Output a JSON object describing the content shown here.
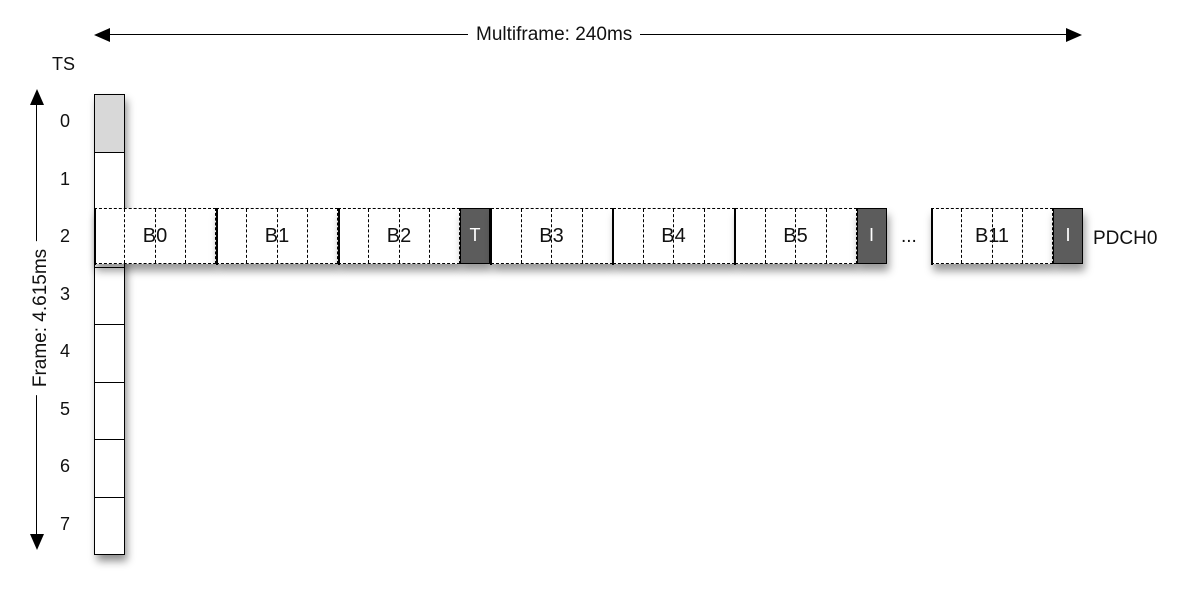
{
  "multiframe_label": "Multiframe: 240ms",
  "frame_label": "Frame: 4.615ms",
  "ts_header": "TS",
  "timeslots": [
    "0",
    "1",
    "2",
    "3",
    "4",
    "5",
    "6",
    "7"
  ],
  "shaded_timeslot": "0",
  "channel_label": "PDCH0",
  "ellipsis": "...",
  "sequence": [
    {
      "kind": "block",
      "label": "B0"
    },
    {
      "kind": "block",
      "label": "B1"
    },
    {
      "kind": "block",
      "label": "B2"
    },
    {
      "kind": "control",
      "label": "T"
    },
    {
      "kind": "block",
      "label": "B3"
    },
    {
      "kind": "block",
      "label": "B4"
    },
    {
      "kind": "block",
      "label": "B5"
    },
    {
      "kind": "control",
      "label": "I"
    },
    {
      "kind": "gap",
      "label": "..."
    },
    {
      "kind": "block",
      "label": "B11"
    },
    {
      "kind": "control",
      "label": "I"
    }
  ],
  "colors": {
    "control_fill": "#5c5c5c",
    "shaded_slot": "#d8d8d8"
  }
}
